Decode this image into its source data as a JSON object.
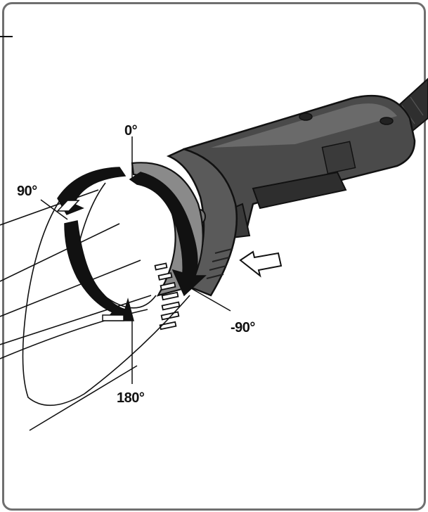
{
  "labels": {
    "angle_0": "0°",
    "angle_90": "90°",
    "angle_minus_90": "-90°",
    "angle_180": "180°"
  },
  "colors": {
    "frame": "#6f6f6f",
    "tool_body": "#4a4a4a",
    "tool_dark": "#2e2e2e",
    "tool_light": "#7a7a7a",
    "outline": "#111111"
  }
}
